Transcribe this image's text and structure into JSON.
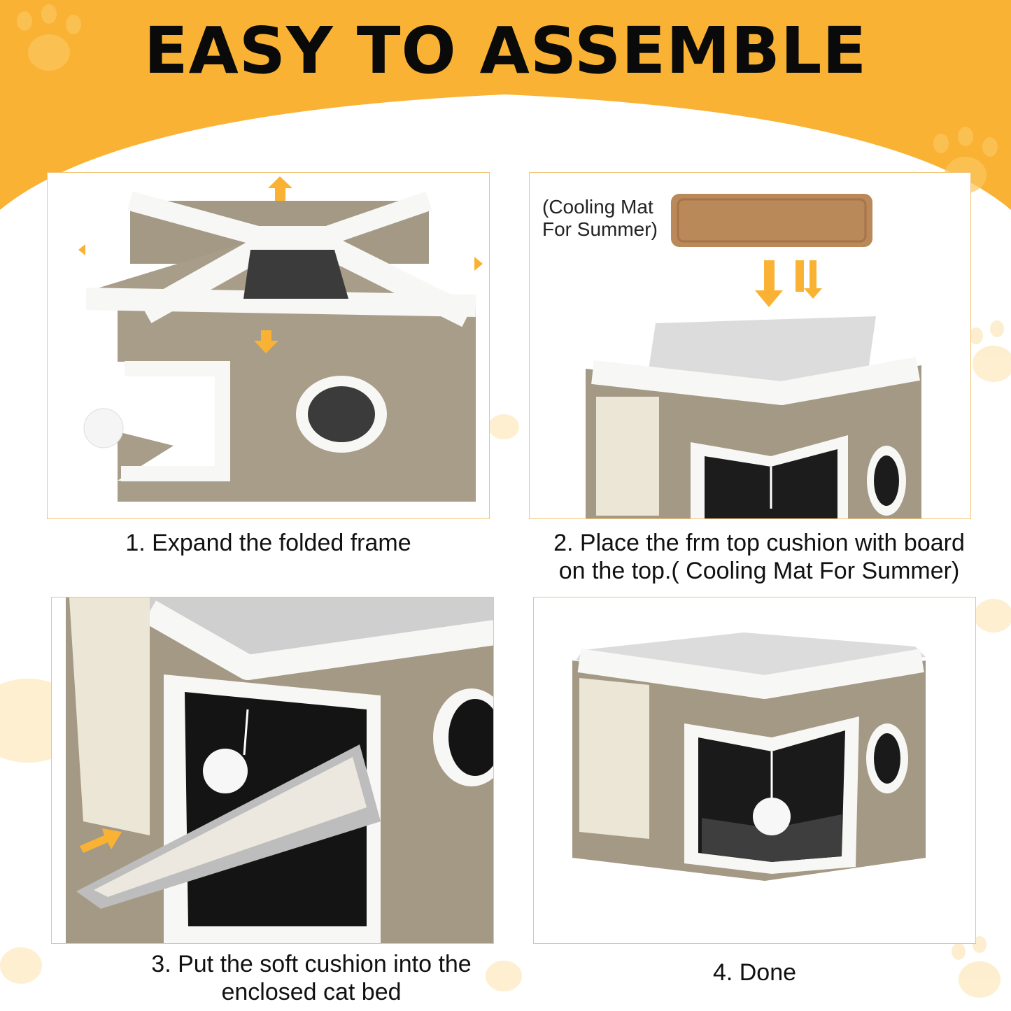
{
  "header": {
    "title": "EASY TO ASSEMBLE"
  },
  "colors": {
    "accent": "#f9b233",
    "accent_light": "#fdebc4",
    "panel_border": "#f3c478",
    "fabric": "#a49985",
    "plush": "#f7f7f5"
  },
  "steps": [
    {
      "caption": "1. Expand the folded frame"
    },
    {
      "caption_line1": "2. Place the frm top cushion with board",
      "caption_line2": "on the top.( Cooling Mat For Summer)"
    },
    {
      "caption_line1": "3. Put the soft cushion into the",
      "caption_line2": "enclosed cat bed"
    },
    {
      "caption": "4. Done"
    }
  ],
  "cooling_mat": {
    "label_line1": "(Cooling Mat",
    "label_line2": "For Summer)"
  }
}
